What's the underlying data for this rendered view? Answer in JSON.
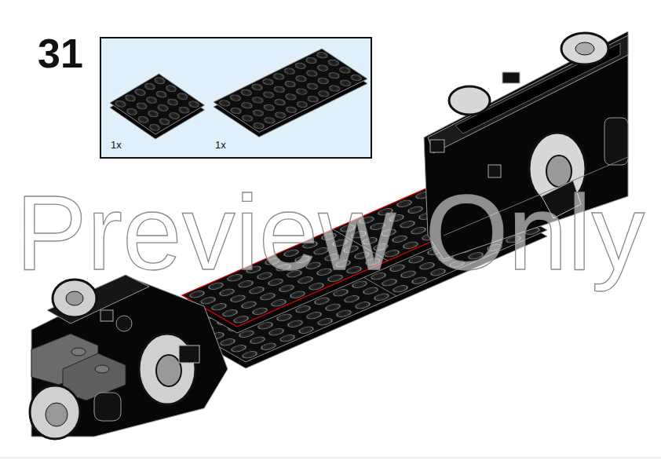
{
  "diagram": {
    "nodes": [
      {
        "text": [
          "1x",
          "1x"
        ]
      }
    ],
    "labels": [
      "31",
      "Preview Only"
    ]
  }
}
